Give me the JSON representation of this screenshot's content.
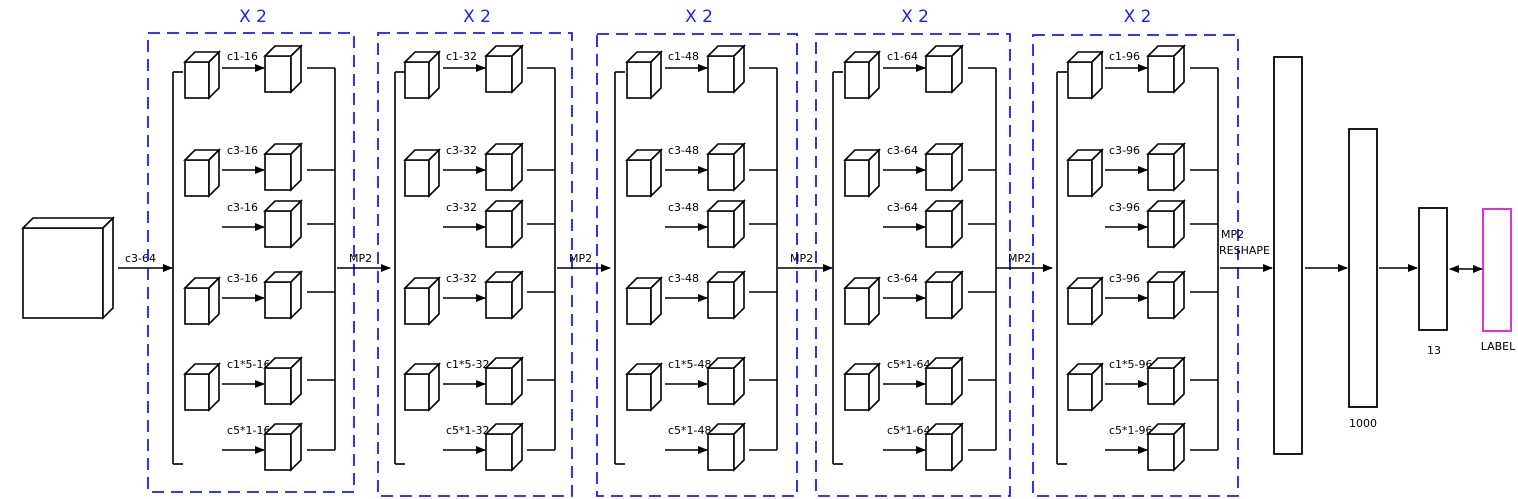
{
  "input": {
    "conv_label": "c3-64"
  },
  "pool_labels": [
    "MP2",
    "MP2",
    "MP2",
    "MP2"
  ],
  "final_pool": [
    "MP2",
    "RESHAPE"
  ],
  "blocks": [
    {
      "repeat": "X 2",
      "branches": [
        "c1-16",
        "c3-16",
        "c3-16",
        "c3-16",
        "c1*5-16",
        "c5*1-16"
      ]
    },
    {
      "repeat": "X 2",
      "branches": [
        "c1-32",
        "c3-32",
        "c3-32",
        "c3-32",
        "c1*5-32",
        "c5*1-32"
      ]
    },
    {
      "repeat": "X 2",
      "branches": [
        "c1-48",
        "c3-48",
        "c3-48",
        "c3-48",
        "c1*5-48",
        "c5*1-48"
      ]
    },
    {
      "repeat": "X 2",
      "branches": [
        "c1-64",
        "c3-64",
        "c3-64",
        "c3-64",
        "c5*1-64",
        "c5*1-64"
      ]
    },
    {
      "repeat": "X 2",
      "branches": [
        "c1-96",
        "c3-96",
        "c3-96",
        "c3-96",
        "c1*5-96",
        "c5*1-96"
      ]
    }
  ],
  "fc_labels": [
    "1000",
    "13"
  ],
  "output_label": "LABEL",
  "colors": {
    "dashed_box": "#1a1aff",
    "label_box": "#d936d9",
    "stroke": "#000000"
  }
}
